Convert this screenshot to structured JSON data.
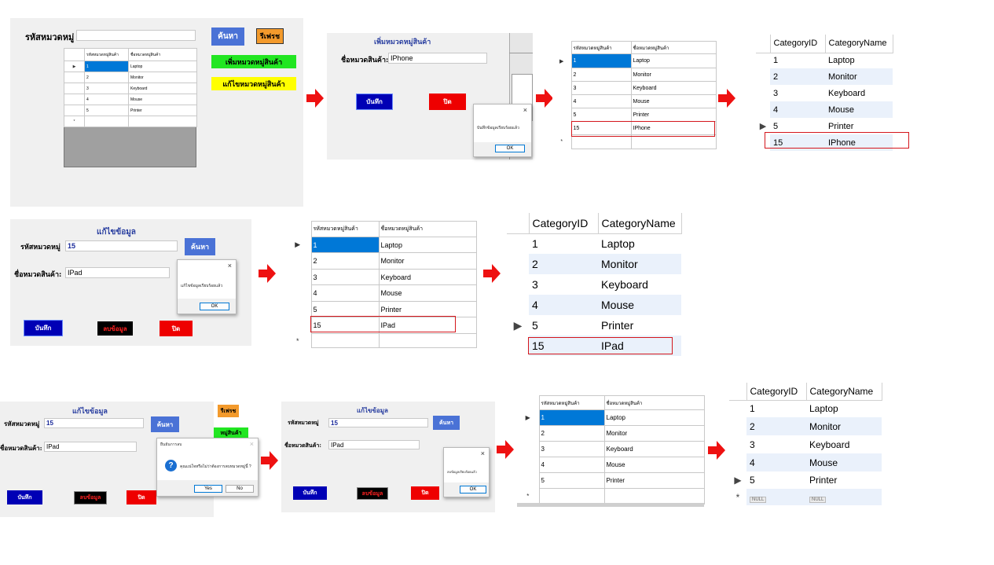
{
  "colors": {
    "blue_btn": "#4a72d6",
    "dark_blue": "#0000b5",
    "red_btn": "#ee0000",
    "green_btn": "#22e622",
    "yellow_btn": "#ffff00",
    "orange_btn": "#f39a2c",
    "select_blue": "#0078d7",
    "highlight": "#d4161c",
    "arrow": "#ee1111"
  },
  "icons": {
    "arrow": "right-arrow-icon",
    "question": "question-icon",
    "close": "close-icon",
    "row_indicator": "row-pointer-icon"
  },
  "p1": {
    "label_code": "รหัสหมวดหมู่",
    "search_value": "",
    "btn_search": "ค้นหา",
    "btn_refresh": "รีเฟรช",
    "btn_add": "เพิ่มหมวดหมู่สินค้า",
    "btn_edit": "แก้ไขหมวดหมู่สินค้า",
    "grid_headers": [
      "รหัสหมวดหมู่สินค้า",
      "ชื่อหมวดหมู่สินค้า"
    ],
    "rows": [
      [
        "1",
        "Laptop"
      ],
      [
        "2",
        "Monitor"
      ],
      [
        "3",
        "Keyboard"
      ],
      [
        "4",
        "Mouse"
      ],
      [
        "5",
        "Printer"
      ]
    ],
    "new_row_marker": "*"
  },
  "p2": {
    "title": "เพิ่มหมวดหมู่สินค้า",
    "label_name": "ชื่อหมวดสินค้า:",
    "name_value": "IPhone",
    "btn_save": "บันทึก",
    "btn_close": "ปิด",
    "msg_text": "บันทึกข้อมูลเรียบร้อยแล้ว",
    "msg_ok": "OK",
    "msg_close": "×"
  },
  "p3": {
    "grid_headers": [
      "รหัสหมวดหมู่สินค้า",
      "ชื่อหมวดหมู่สินค้า"
    ],
    "rows": [
      [
        "1",
        "Laptop"
      ],
      [
        "2",
        "Monitor"
      ],
      [
        "3",
        "Keyboard"
      ],
      [
        "4",
        "Mouse"
      ],
      [
        "5",
        "Printer"
      ],
      [
        "15",
        "IPhone"
      ]
    ],
    "new_row_marker": "*"
  },
  "p4": {
    "headers": [
      "CategoryID",
      "CategoryName"
    ],
    "rows": [
      [
        "1",
        "Laptop"
      ],
      [
        "2",
        "Monitor"
      ],
      [
        "3",
        "Keyboard"
      ],
      [
        "4",
        "Mouse"
      ],
      [
        "5",
        "Printer"
      ],
      [
        "15",
        "IPhone"
      ]
    ]
  },
  "p5": {
    "title": "แก้ไขข้อมูล",
    "label_code": "รหัสหมวดหมู่",
    "code_value": "15",
    "btn_search": "ค้นหา",
    "label_name": "ชื่อหมวดสินค้า:",
    "name_value": "IPad",
    "btn_save": "บันทึก",
    "btn_delete": "ลบข้อมูล",
    "btn_close": "ปิด",
    "msg_text": "แก้ไขข้อมูลเรียบร้อยแล้ว",
    "msg_ok": "OK",
    "msg_close": "×"
  },
  "p6": {
    "grid_headers": [
      "รหัสหมวดหมู่สินค้า",
      "ชื่อหมวดหมู่สินค้า"
    ],
    "rows": [
      [
        "1",
        "Laptop"
      ],
      [
        "2",
        "Monitor"
      ],
      [
        "3",
        "Keyboard"
      ],
      [
        "4",
        "Mouse"
      ],
      [
        "5",
        "Printer"
      ],
      [
        "15",
        "IPad"
      ]
    ],
    "new_row_marker": "*"
  },
  "p7": {
    "headers": [
      "CategoryID",
      "CategoryName"
    ],
    "rows": [
      [
        "1",
        "Laptop"
      ],
      [
        "2",
        "Monitor"
      ],
      [
        "3",
        "Keyboard"
      ],
      [
        "4",
        "Mouse"
      ],
      [
        "5",
        "Printer"
      ],
      [
        "15",
        "IPad"
      ]
    ]
  },
  "p8": {
    "title": "แก้ไขข้อมูล",
    "label_code": "รหัสหมวดหมู่",
    "code_value": "15",
    "btn_search": "ค้นหา",
    "btn_refresh": "รีเฟรช",
    "btn_add": "หมู่สินค้า",
    "label_name": "ชื่อหมวดสินค้า:",
    "name_value": "IPad",
    "btn_save": "บันทึก",
    "btn_delete": "ลบข้อมูล",
    "btn_close": "ปิด",
    "confirm_title": "ยืนยันการลบ",
    "confirm_text": "คุณแน่ใจหรือไม่ว่าต้องการลบหมวดหมู่นี้ ?",
    "confirm_yes": "Yes",
    "confirm_no": "No",
    "confirm_close": "×"
  },
  "p9": {
    "title": "แก้ไขข้อมูล",
    "label_code": "รหัสหมวดหมู่",
    "code_value": "15",
    "btn_search": "ค้นหา",
    "label_name": "ชื่อหมวดสินค้า:",
    "name_value": "IPad",
    "btn_save": "บันทึก",
    "btn_delete": "ลบข้อมูล",
    "btn_close": "ปิด",
    "msg_text": "ลบข้อมูลเรียบร้อยแล้ว",
    "msg_ok": "OK",
    "msg_close": "×"
  },
  "p10": {
    "grid_headers": [
      "รหัสหมวดหมู่สินค้า",
      "ชื่อหมวดหมู่สินค้า"
    ],
    "rows": [
      [
        "1",
        "Laptop"
      ],
      [
        "2",
        "Monitor"
      ],
      [
        "3",
        "Keyboard"
      ],
      [
        "4",
        "Mouse"
      ],
      [
        "5",
        "Printer"
      ]
    ],
    "new_row_marker": "*"
  },
  "p11": {
    "headers": [
      "CategoryID",
      "CategoryName"
    ],
    "rows": [
      [
        "1",
        "Laptop"
      ],
      [
        "2",
        "Monitor"
      ],
      [
        "3",
        "Keyboard"
      ],
      [
        "4",
        "Mouse"
      ],
      [
        "5",
        "Printer"
      ]
    ],
    "null_label": "NULL",
    "new_row_marker": "*"
  }
}
